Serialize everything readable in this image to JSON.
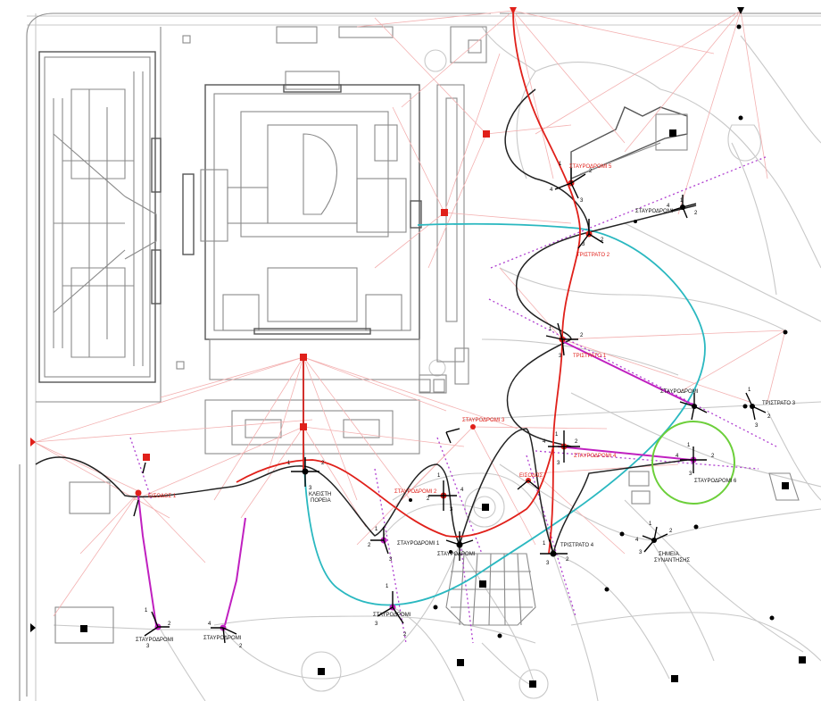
{
  "map": {
    "colors": {
      "red_route": "#e0201a",
      "black_route": "#222222",
      "cyan_route": "#2ab8c0",
      "magenta_route": "#c020c0",
      "dotted_axis": "#b040d0",
      "sight_lines": "#f3b0b0",
      "focus_circle": "#6ccf3a",
      "buildings": "#8a8a8a",
      "paths": "#c8c8c8"
    },
    "labels": {
      "stavrodromi_5": "ΣΤΑΥΡΟΔΡΟΜΙ 5",
      "stavrodromi_ne": "ΣΤΑΥΡΟΔΡΟΜΙ",
      "tristrato_2": "ΤΡΙΣΤΡΑΤΟ 2",
      "tristrato_1": "ΤΡΙΣΤΡΑΤΟ 1",
      "stavrodromi_e": "ΣΤΑΥΡΟΔΡΟΜΙ",
      "tristrato_3": "ΤΡΙΣΤΡΑΤΟ 3",
      "stavrodromi_3": "ΣΤΑΥΡΟΔΡΟΜΙ 3",
      "stavrodromi_4": "ΣΤΑΥΡΟΔΡΟΜΙ 4",
      "stavrodromi_6": "ΣΤΑΥΡΟΔΡΟΜΙ 6",
      "eisodos_1": "ΕΙΣΟΔΟΣ 1",
      "eisodos_2": "ΕΙΣΟΔΟΣ",
      "kleisti_poreia_1": "ΚΛΕΙΣΤΗ",
      "kleisti_poreia_2": "ΠΟΡΕΙΑ",
      "stavrodromi_2": "ΣΤΑΥΡΟΔΡΟΜΙ 2",
      "stavrodromi_1": "ΣΤΑΥΡΟΔΡΟΜΙ 1",
      "stavrodromi_center": "ΣΤΑΥΡΟΔΡΟΜΙ",
      "tristrato_4": "ΤΡΙΣΤΡΑΤΟ 4",
      "simeio_1": "ΣΗΜΕΙΑ",
      "simeio_2": "ΣΥΝΑΝΤΗΣΗΣ",
      "stavrodromi_sw": "ΣΤΑΥΡΟΔΡΟΜΙ",
      "stavrodromi_left": "ΣΤΑΥΡΟΔΡΟΜΙ",
      "stavrodromi_mid": "ΣΤΑΥΡΟΔΡΟΜΙ"
    },
    "numbers": [
      "1",
      "2",
      "3",
      "4"
    ]
  }
}
